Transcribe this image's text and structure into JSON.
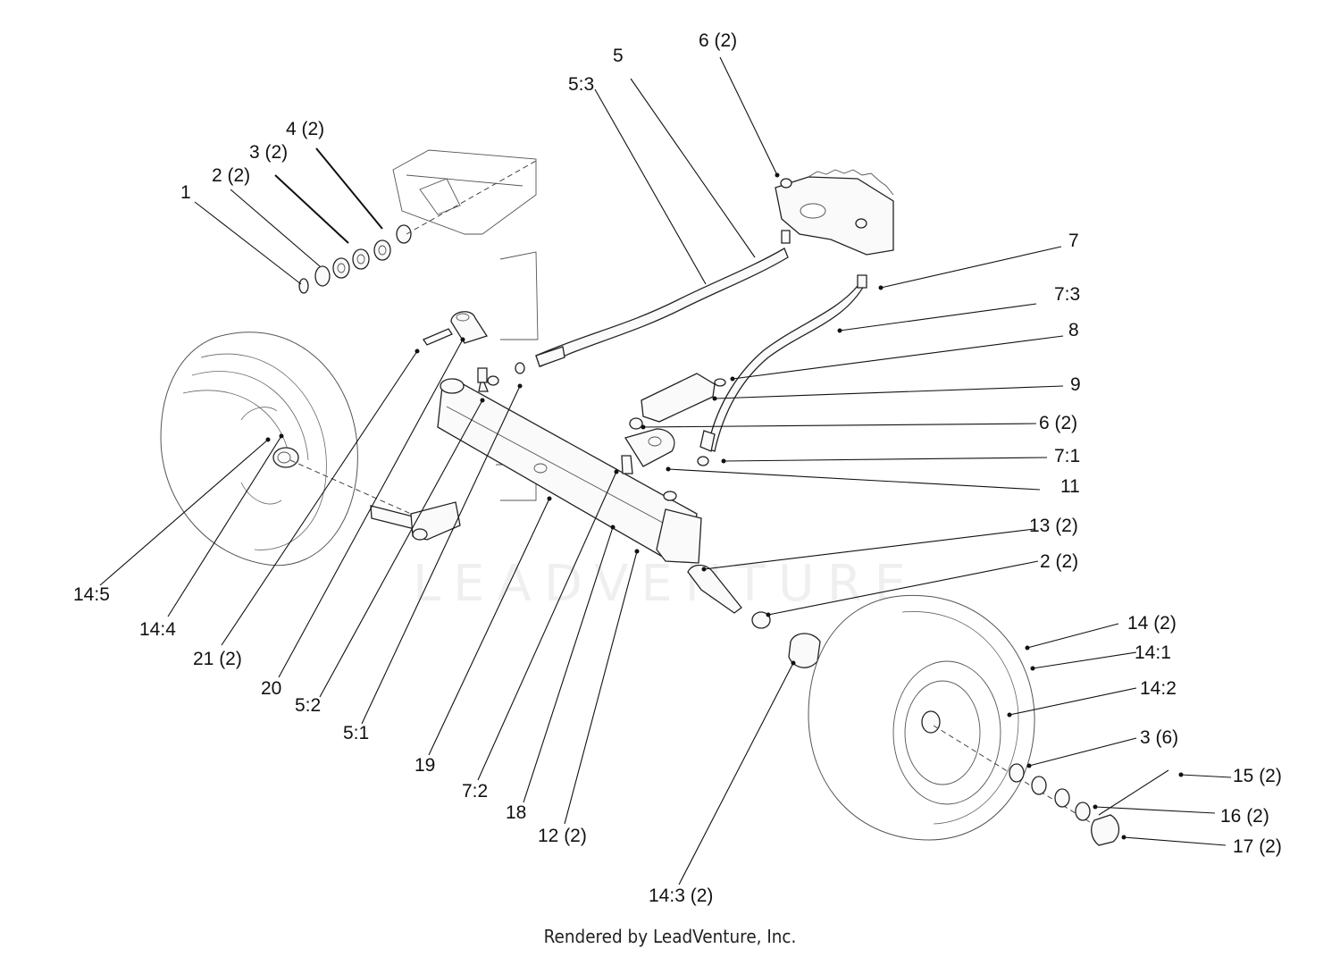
{
  "footer": "Rendered by LeadVenture, Inc.",
  "watermark": "LEADVENTURE",
  "callouts": [
    {
      "id": "c-1",
      "text": "1"
    },
    {
      "id": "c-2-2",
      "text": "2 (2)"
    },
    {
      "id": "c-3-2",
      "text": "3 (2)"
    },
    {
      "id": "c-4-2",
      "text": "4 (2)"
    },
    {
      "id": "c-5-3",
      "text": "5:3"
    },
    {
      "id": "c-5",
      "text": "5"
    },
    {
      "id": "c-6-2-top",
      "text": "6 (2)"
    },
    {
      "id": "c-7",
      "text": "7"
    },
    {
      "id": "c-7-3",
      "text": "7:3"
    },
    {
      "id": "c-8",
      "text": "8"
    },
    {
      "id": "c-9",
      "text": "9"
    },
    {
      "id": "c-6-2-mid",
      "text": "6 (2)"
    },
    {
      "id": "c-7-1",
      "text": "7:1"
    },
    {
      "id": "c-11",
      "text": "11"
    },
    {
      "id": "c-13-2",
      "text": "13 (2)"
    },
    {
      "id": "c-2-2-right",
      "text": "2 (2)"
    },
    {
      "id": "c-14-2",
      "text": "14 (2)"
    },
    {
      "id": "c-14-1",
      "text": "14:1"
    },
    {
      "id": "c-14-2b",
      "text": "14:2"
    },
    {
      "id": "c-3-6",
      "text": "3 (6)"
    },
    {
      "id": "c-15-2",
      "text": "15 (2)"
    },
    {
      "id": "c-16-2",
      "text": "16 (2)"
    },
    {
      "id": "c-17-2",
      "text": "17 (2)"
    },
    {
      "id": "c-14-5",
      "text": "14:5"
    },
    {
      "id": "c-14-4",
      "text": "14:4"
    },
    {
      "id": "c-21-2",
      "text": "21 (2)"
    },
    {
      "id": "c-20",
      "text": "20"
    },
    {
      "id": "c-5-2",
      "text": "5:2"
    },
    {
      "id": "c-5-1",
      "text": "5:1"
    },
    {
      "id": "c-19",
      "text": "19"
    },
    {
      "id": "c-7-2",
      "text": "7:2"
    },
    {
      "id": "c-18",
      "text": "18"
    },
    {
      "id": "c-12-2",
      "text": "12 (2)"
    },
    {
      "id": "c-14-3-2",
      "text": "14:3 (2)"
    }
  ]
}
